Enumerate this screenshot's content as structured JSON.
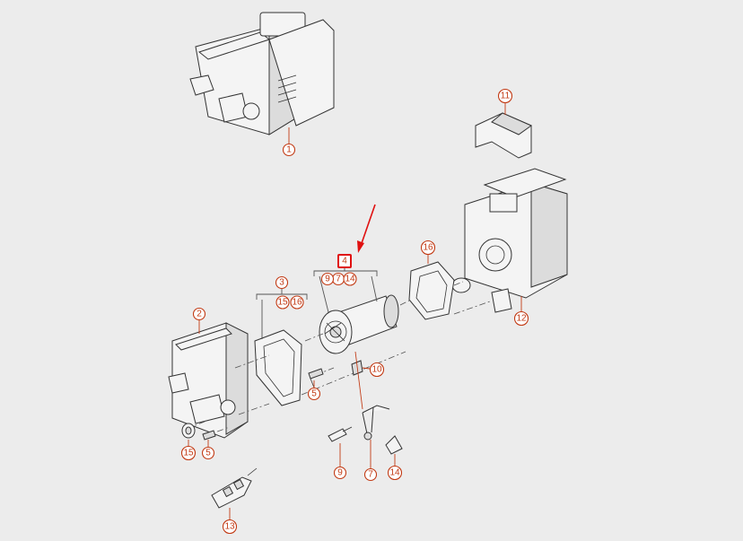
{
  "callouts": [
    {
      "id": "c1",
      "label": "1"
    },
    {
      "id": "c2",
      "label": "2"
    },
    {
      "id": "c3",
      "label": "3"
    },
    {
      "id": "c4",
      "label": "4"
    },
    {
      "id": "c5a",
      "label": "5"
    },
    {
      "id": "c5b",
      "label": "5"
    },
    {
      "id": "c7a",
      "label": "7"
    },
    {
      "id": "c7b",
      "label": "7"
    },
    {
      "id": "c9a",
      "label": "9"
    },
    {
      "id": "c9b",
      "label": "9"
    },
    {
      "id": "c10",
      "label": "10"
    },
    {
      "id": "c11",
      "label": "11"
    },
    {
      "id": "c12",
      "label": "12"
    },
    {
      "id": "c13",
      "label": "13"
    },
    {
      "id": "c14a",
      "label": "14"
    },
    {
      "id": "c14b",
      "label": "14"
    },
    {
      "id": "c15a",
      "label": "15"
    },
    {
      "id": "c15b",
      "label": "15"
    },
    {
      "id": "c16a",
      "label": "16"
    },
    {
      "id": "c16b",
      "label": "16"
    }
  ],
  "highlight": {
    "label": "4",
    "color": "#e01010"
  },
  "colors": {
    "callout": "#c23a14",
    "line": "#333333",
    "background": "#ececec",
    "arrow": "#e01010"
  }
}
